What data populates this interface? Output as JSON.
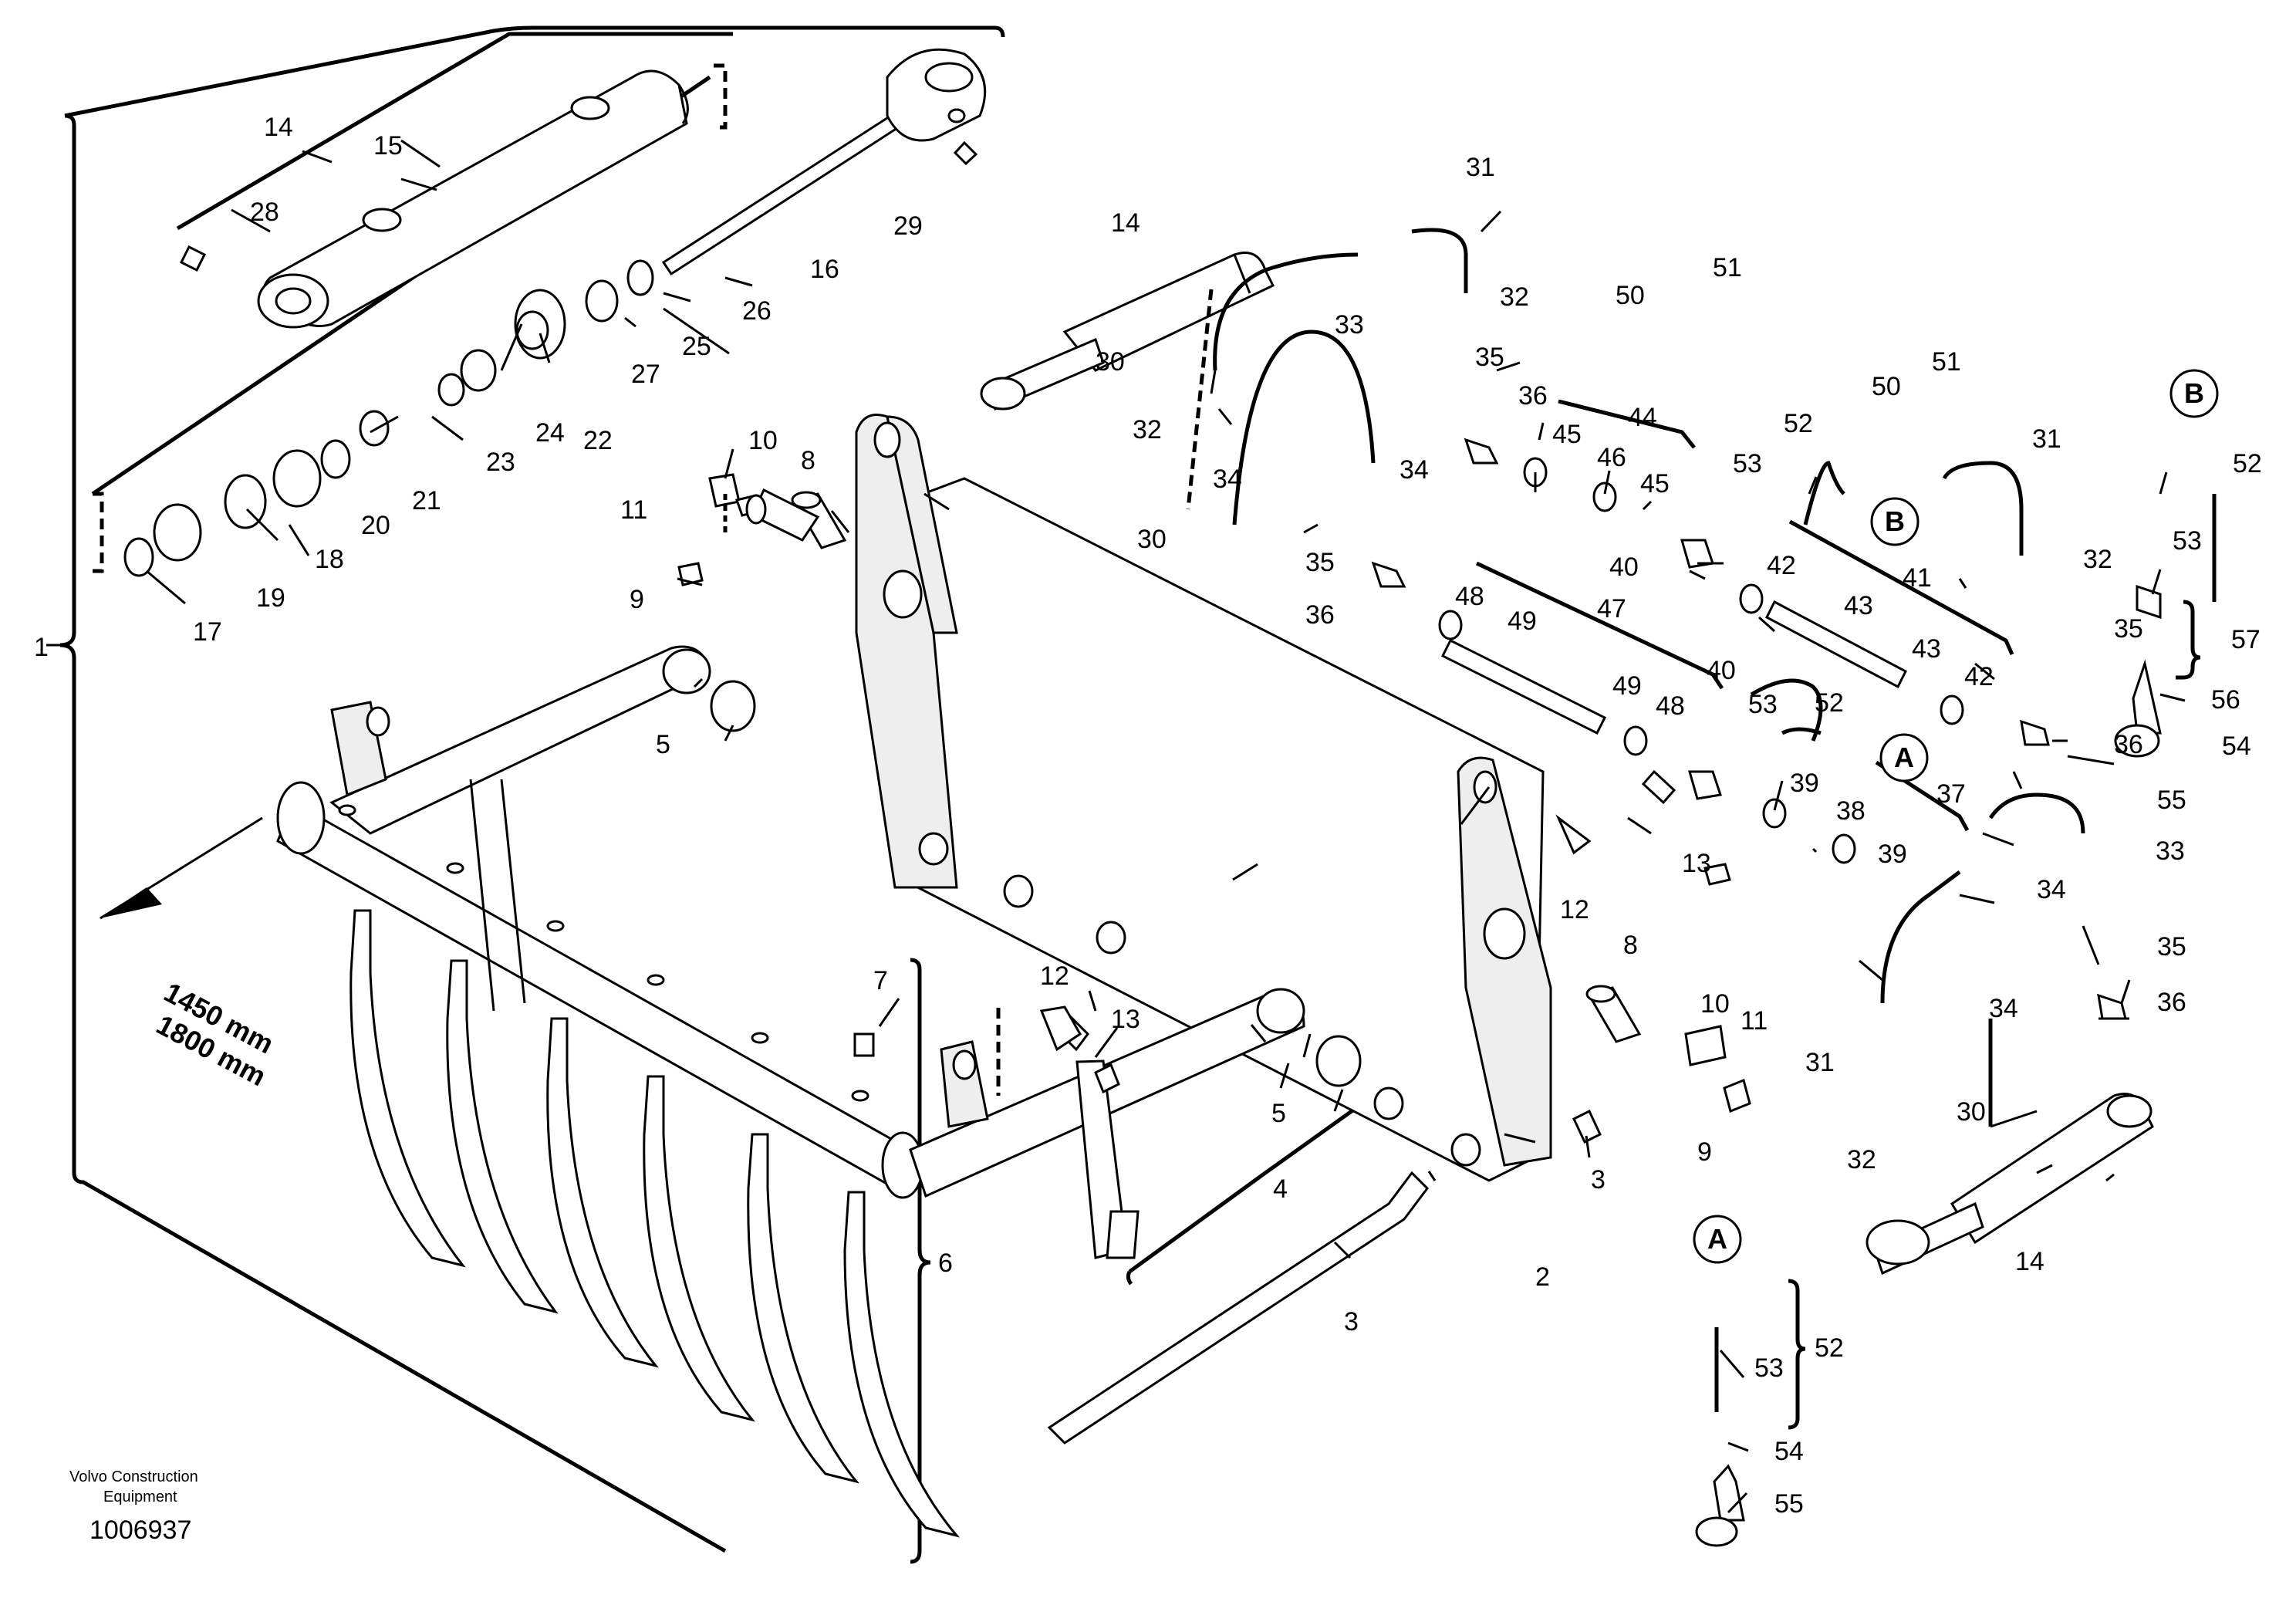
{
  "brand": {
    "line1": "Volvo Construction",
    "line2": "Equipment"
  },
  "document_number": "1006937",
  "dimensions": {
    "line1": "1450 mm",
    "line2": "1800 mm"
  },
  "callouts": {
    "main_assembly": "1",
    "frame": "2",
    "pin": "3",
    "pin_kit": "4",
    "bushing": "5",
    "grapple": "6",
    "nut": "7",
    "pin_left": "8",
    "screw_left": "9",
    "grease_left": "10",
    "cap_left": "11",
    "pin_small": "12",
    "screw_small": "13",
    "cylinder": "14",
    "cyl_tube": "15",
    "cyl_rod": "16",
    "cyl_nut": "17",
    "cyl_piston": "18",
    "cyl_ring": "19",
    "cyl_seal_20": "20",
    "cyl_seal_21": "21",
    "cyl_head": "22",
    "cyl_seal_23": "23",
    "cyl_seal_24": "24",
    "cyl_seal_25": "25",
    "cyl_wiper": "26",
    "cyl_oring": "27",
    "grease_28": "28",
    "grease_29": "29",
    "nipple_30": "30",
    "hose_31": "31",
    "seal_32": "32",
    "hose_33": "33",
    "seal_34": "34",
    "adapter_35": "35",
    "elbow_36": "36",
    "kit_37": "37",
    "fitting_38": "38",
    "seal_39": "39",
    "tee_40": "40",
    "pipe_41": "41",
    "seal_42": "42",
    "fitting_43": "43",
    "kit_44": "44",
    "seal_45": "45",
    "fitting_46": "46",
    "kit_47": "47",
    "seal_48": "48",
    "fitting_49": "49",
    "clamp_50": "50",
    "screw_51": "51",
    "hose_52": "52",
    "seal_53": "53",
    "coupling_54": "54",
    "cap_55": "55",
    "kit_56": "56",
    "seal_57": "57",
    "ref_a": "A",
    "ref_b": "B"
  }
}
